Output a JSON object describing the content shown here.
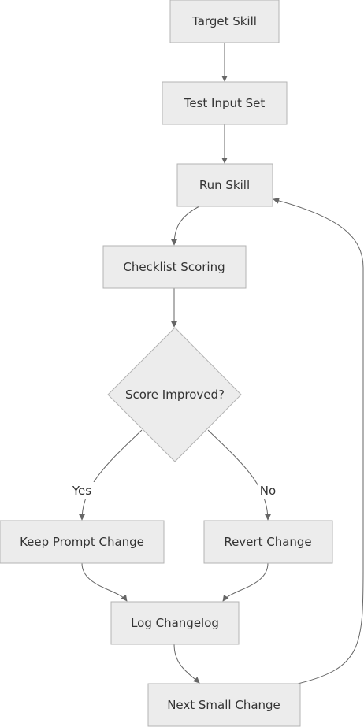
{
  "nodes": {
    "target_skill": "Target Skill",
    "test_input_set": "Test Input Set",
    "run_skill": "Run Skill",
    "checklist_scoring": "Checklist Scoring",
    "score_improved": "Score Improved?",
    "keep_prompt_change": "Keep Prompt Change",
    "revert_change": "Revert Change",
    "log_changelog": "Log Changelog",
    "next_small_change": "Next Small Change"
  },
  "edge_labels": {
    "yes": "Yes",
    "no": "No"
  },
  "colors": {
    "node_fill": "#ececec",
    "node_stroke": "#b3b3b3",
    "edge": "#666666",
    "text": "#333333"
  }
}
